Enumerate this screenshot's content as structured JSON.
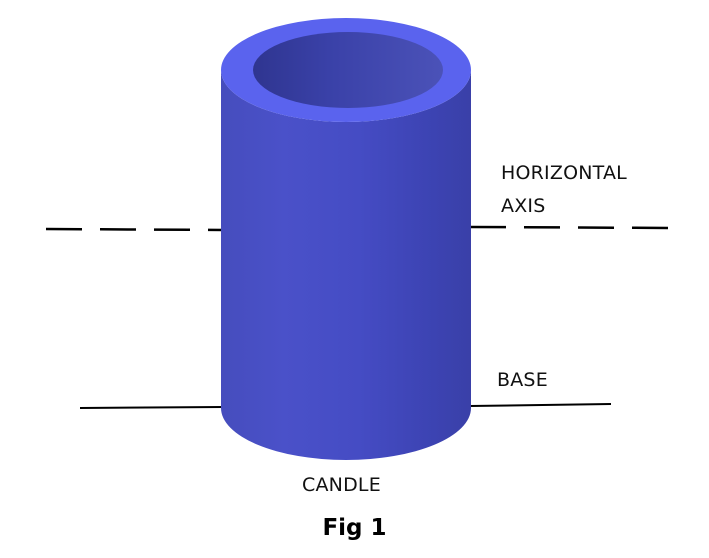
{
  "labels": {
    "horizontal_axis_line1": "HORIZONTAL",
    "horizontal_axis_line2": "AXIS",
    "base": "BASE",
    "candle": "CANDLE"
  },
  "caption": "Fig 1",
  "colors": {
    "cylinder_body": "#3f45b6",
    "cylinder_rim": "#5a63ee",
    "cylinder_inner": "#3d44a8",
    "lines": "#000000",
    "background": "#ffffff"
  }
}
